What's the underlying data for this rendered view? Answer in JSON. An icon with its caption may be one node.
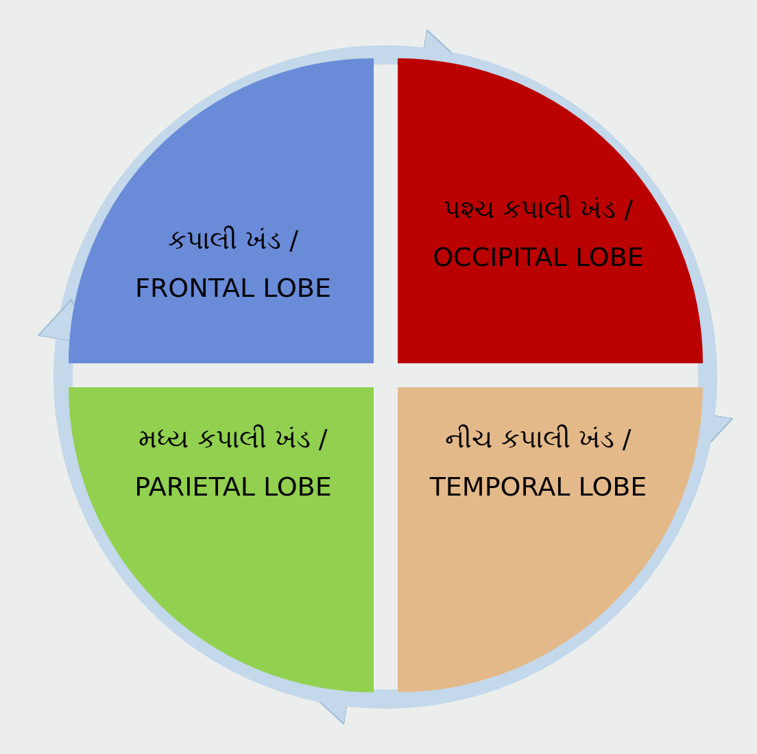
{
  "diagram": {
    "nodes": [
      {
        "text": [
          "કપાલી ખંડ / FRONTAL LOBE"
        ]
      },
      {
        "text": [
          "પશ્ચ કપાલી ખંડ / OCCIPITAL LOBE"
        ]
      },
      {
        "text": [
          "મધ્ય કપાલી ખંડ / PARIETAL LOBE"
        ]
      },
      {
        "text": [
          "નીચ કપાલી ખંડ / TEMPORAL LOBE"
        ]
      }
    ],
    "edges": [
      {
        "from": 0,
        "to": 1,
        "arrow": "to"
      },
      {
        "from": 1,
        "to": 3,
        "arrow": "to"
      },
      {
        "from": 3,
        "to": 2,
        "arrow": "to"
      },
      {
        "from": 2,
        "to": 0,
        "arrow": "to"
      }
    ]
  }
}
